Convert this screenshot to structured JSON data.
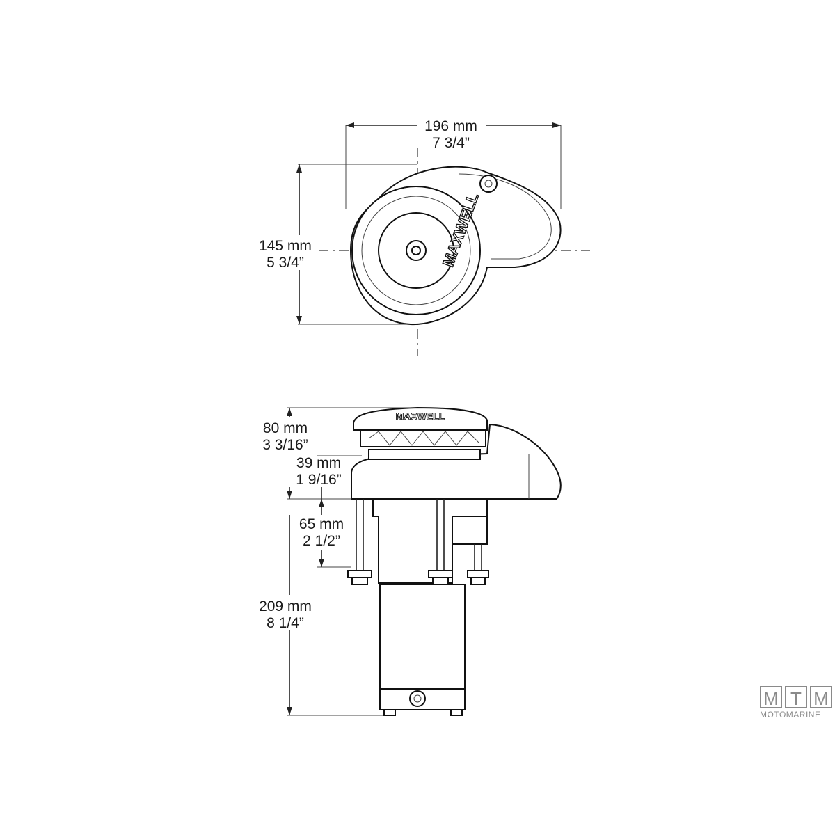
{
  "top_view": {
    "width_mm": "196 mm",
    "width_in": "7 3/4”",
    "depth_mm": "145 mm",
    "depth_in": "5 3/4”",
    "brand_mark": "MAXWELL"
  },
  "side_view": {
    "height_top_mm": "80 mm",
    "height_top_in": "3 3/16”",
    "gypsy_mm": "39 mm",
    "gypsy_in": "1 9/16”",
    "below_deck_upper_mm": "65 mm",
    "below_deck_upper_in": "2 1/2”",
    "below_deck_total_mm": "209 mm",
    "below_deck_total_in": "8 1/4”",
    "brand_mark": "MAXWELL"
  },
  "logo": {
    "letters": [
      "M",
      "T",
      "M"
    ],
    "word": "MOTOMARINE"
  }
}
